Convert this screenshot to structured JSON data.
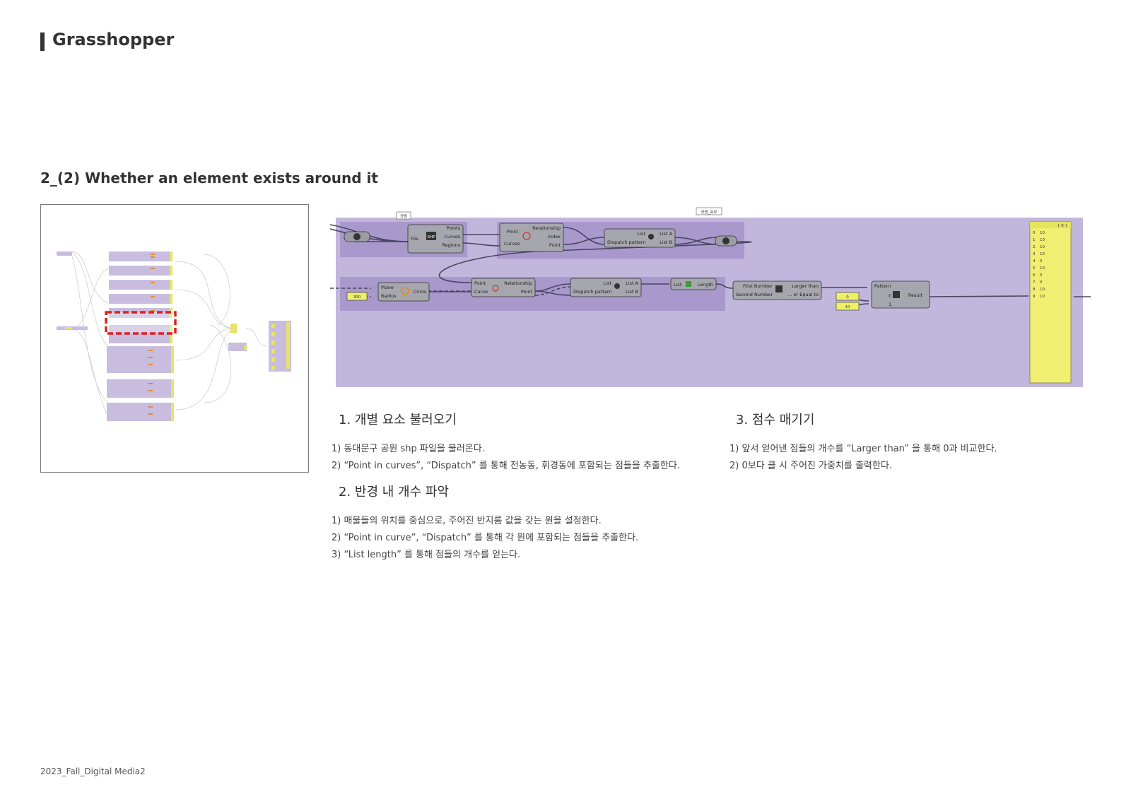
{
  "header": {
    "title": "Grasshopper"
  },
  "section": {
    "title": "2_(2) Whether an element exists around it"
  },
  "canvas": {
    "group_labels": [
      "공원",
      "공원_유무"
    ],
    "nodes": {
      "file": {
        "icon": "shp-icon",
        "input": "File",
        "outputs": [
          "Points",
          "Curves",
          "Regions"
        ],
        "badge": "SHP"
      },
      "pic_top": {
        "inputs": [
          "Point",
          "Curves"
        ],
        "outputs": [
          "Relationship",
          "Index",
          "Point"
        ]
      },
      "dispatch_top": {
        "inputs": [
          "List",
          "Dispatch pattern"
        ],
        "outputs": [
          "List A",
          "List B"
        ]
      },
      "circle": {
        "inputs": [
          "Plane",
          "Radius"
        ],
        "output": "Circle"
      },
      "pic_bottom": {
        "inputs": [
          "Point",
          "Curve"
        ],
        "outputs": [
          "Relationship",
          "Point"
        ]
      },
      "dispatch_bottom": {
        "inputs": [
          "List",
          "Dispatch pattern"
        ],
        "outputs": [
          "List A",
          "List B"
        ]
      },
      "list_length": {
        "input": "List",
        "output": "Length"
      },
      "larger": {
        "inputs": [
          "First Number",
          "Second Number"
        ],
        "outputs": [
          "Larger than",
          "... or Equal to"
        ]
      },
      "weave": {
        "inputs": [
          "Pattern",
          "0",
          "1"
        ],
        "output": "Result"
      }
    },
    "sliders": {
      "radius": "300",
      "zero": "0",
      "ten": "10"
    },
    "panel": {
      "header": "{ 0 }",
      "rows": [
        {
          "i": "0",
          "v": "10"
        },
        {
          "i": "1",
          "v": "10"
        },
        {
          "i": "2",
          "v": "10"
        },
        {
          "i": "3",
          "v": "10"
        },
        {
          "i": "4",
          "v": "0"
        },
        {
          "i": "5",
          "v": "10"
        },
        {
          "i": "6",
          "v": "0"
        },
        {
          "i": "7",
          "v": "0"
        },
        {
          "i": "8",
          "v": "10"
        },
        {
          "i": "9",
          "v": "10"
        }
      ]
    },
    "colors": {
      "group": "#c1b7dc",
      "group_inner": "#a898cc",
      "node": "#a6a6ae",
      "panel": "#f1ee72",
      "slider": "#eef06a"
    }
  },
  "steps": [
    {
      "heading": "1. 개별 요소 불러오기",
      "lines": [
        "1) 동대문구 공원 shp 파일을 불러온다.",
        "2) “Point in curves”, “Dispatch” 를 통해 전농동, 휘경동에 포함되는 점들을 추출한다."
      ]
    },
    {
      "heading": "2. 반경 내 개수 파악",
      "lines": [
        "1) 매물들의 위치를 중심으로, 주어진 반지름 값을 갖는 원을 설정한다.",
        "2) “Point in curve”, “Dispatch” 를 통해 각 원에 포함되는 점들을 추출한다.",
        "3) “List length” 를 통해 점들의 개수를 얻는다."
      ]
    },
    {
      "heading": "3. 점수 매기기",
      "lines": [
        "1) 앞서 얻어낸 점들의 개수를 “Larger than” 을 통해 0과 비교한다.",
        "2) 0보다 클 시 주어진 가중치를 출력한다."
      ]
    }
  ],
  "footer": {
    "text": "2023_Fall_Digital Media2"
  }
}
